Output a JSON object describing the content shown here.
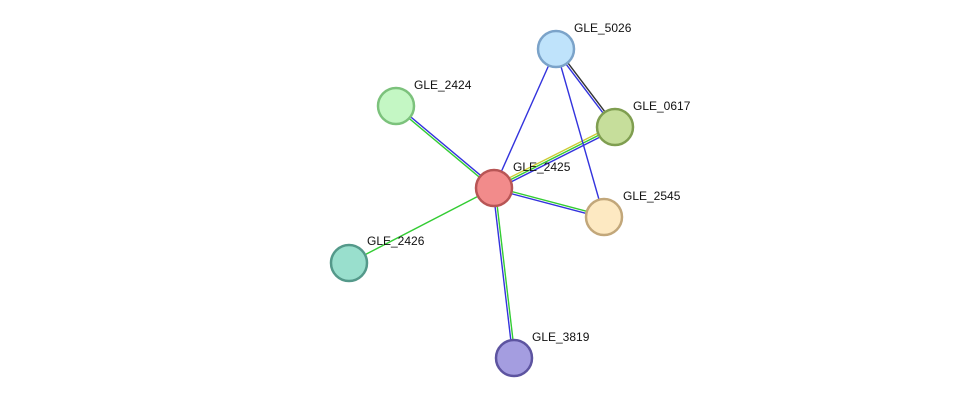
{
  "nodes": [
    {
      "id": "GLE_2425",
      "label": "GLE_2425",
      "fill": "#f28b8b",
      "stroke": "#b85555"
    },
    {
      "id": "GLE_5026",
      "label": "GLE_5026",
      "fill": "#bfe3fb",
      "stroke": "#7ba3c9"
    },
    {
      "id": "GLE_0617",
      "label": "GLE_0617",
      "fill": "#c6de9b",
      "stroke": "#7f9e50"
    },
    {
      "id": "GLE_2424",
      "label": "GLE_2424",
      "fill": "#c4f7c4",
      "stroke": "#7cc27c"
    },
    {
      "id": "GLE_2545",
      "label": "GLE_2545",
      "fill": "#fde9c2",
      "stroke": "#c2a77a"
    },
    {
      "id": "GLE_2426",
      "label": "GLE_2426",
      "fill": "#99dfcd",
      "stroke": "#54998a"
    },
    {
      "id": "GLE_3819",
      "label": "GLE_3819",
      "fill": "#a49de0",
      "stroke": "#5d54a0"
    }
  ],
  "edges": [
    {
      "source": "GLE_2425",
      "target": "GLE_2424",
      "colors": [
        "#33cc33",
        "#3333dd"
      ]
    },
    {
      "source": "GLE_2425",
      "target": "GLE_2426",
      "colors": [
        "#33cc33"
      ]
    },
    {
      "source": "GLE_2425",
      "target": "GLE_3819",
      "colors": [
        "#33cc33",
        "#3333dd"
      ]
    },
    {
      "source": "GLE_2425",
      "target": "GLE_2545",
      "colors": [
        "#33cc33",
        "#3333dd"
      ]
    },
    {
      "source": "GLE_2425",
      "target": "GLE_5026",
      "colors": [
        "#3333dd"
      ]
    },
    {
      "source": "GLE_2425",
      "target": "GLE_0617",
      "colors": [
        "#cccc33",
        "#33cc33",
        "#3333dd"
      ]
    },
    {
      "source": "GLE_5026",
      "target": "GLE_0617",
      "colors": [
        "#333333",
        "#3333dd"
      ]
    },
    {
      "source": "GLE_5026",
      "target": "GLE_2545",
      "colors": [
        "#3333dd"
      ]
    }
  ]
}
